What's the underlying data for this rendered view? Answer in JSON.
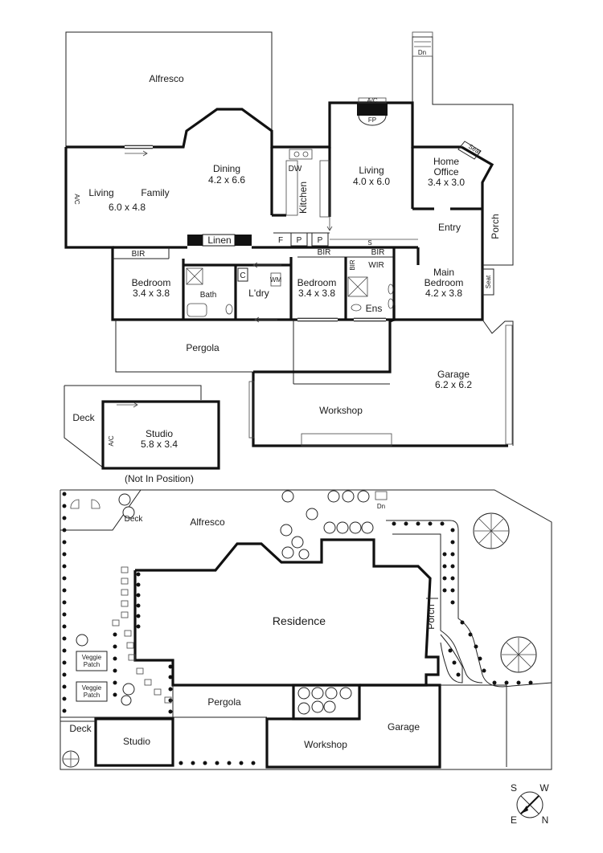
{
  "upper_plan": {
    "alfresco": "Alfresco",
    "living_family": {
      "living": "Living",
      "family": "Family",
      "size": "6.0 x 4.8"
    },
    "dining": {
      "name": "Dining",
      "size": "4.2 x 6.6"
    },
    "kitchen": "Kitchen",
    "dw": "DW",
    "living2": {
      "name": "Living",
      "size": "4.0 x 6.0"
    },
    "fp": "FP",
    "ac": "A/C",
    "ac_west": "A/C",
    "dn": "Dn",
    "home_office": {
      "line1": "Home",
      "line2": "Office",
      "size": "3.4 x 3.0"
    },
    "seat_office": "Seat",
    "entry": "Entry",
    "porch": "Porch",
    "linen": "Linen",
    "f": "F",
    "p1": "P",
    "p2": "P",
    "s": "S",
    "bir_left": "BIR",
    "bir_mid": "BIR",
    "bir_right": "BIR",
    "bir_vertical": "BIR",
    "wir": "WIR",
    "bedroom1": {
      "name": "Bedroom",
      "size": "3.4 x 3.8"
    },
    "bath": "Bath",
    "c": "C",
    "laundry": "L'dry",
    "wm": "WM",
    "bedroom2": {
      "name": "Bedroom",
      "size": "3.4 x 3.8"
    },
    "ens": "Ens",
    "main_bedroom": {
      "line1": "Main",
      "line2": "Bedroom",
      "size": "4.2 x 3.8"
    },
    "seat_main": "Seat",
    "pergola": "Pergola",
    "garage": {
      "name": "Garage",
      "size": "6.2 x 6.2"
    },
    "workshop": "Workshop",
    "deck": "Deck",
    "studio": {
      "name": "Studio",
      "size": "5.8 x 3.4"
    },
    "ac_studio": "A/C",
    "not_in_position": "(Not In Position)"
  },
  "site_plan": {
    "deck_top": "Deck",
    "alfresco": "Alfresco",
    "dn": "Dn",
    "residence": "Residence",
    "porch": "Porch",
    "veggie1": {
      "line1": "Veggie",
      "line2": "Patch"
    },
    "veggie2": {
      "line1": "Veggie",
      "line2": "Patch"
    },
    "pergola": "Pergola",
    "garage": "Garage",
    "deck_bottom": "Deck",
    "studio": "Studio",
    "workshop": "Workshop"
  },
  "compass": {
    "s": "S",
    "w": "W",
    "e": "E",
    "n": "N"
  }
}
